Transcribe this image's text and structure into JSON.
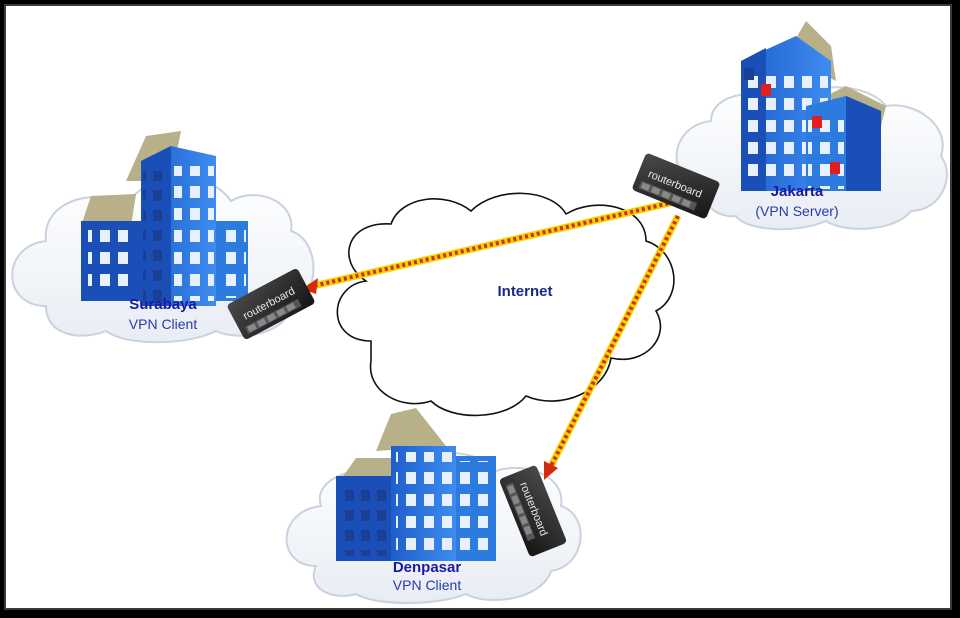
{
  "internet": {
    "label": "Internet"
  },
  "sites": {
    "jakarta": {
      "name": "Jakarta",
      "role": "(VPN Server)"
    },
    "surabaya": {
      "name": "Surabaya",
      "role": "VPN Client"
    },
    "denpasar": {
      "name": "Denpasar",
      "role": "VPN Client"
    }
  },
  "device": {
    "brand": "routerboard"
  },
  "colors": {
    "site_name": "#1a1aa0",
    "role_text": "#2a3aa8",
    "internet_text": "#1a2a8a",
    "building_front": "#2e7be0",
    "building_side": "#1a4fb8",
    "building_back": "#b8b089",
    "tunnel_yellow": "#f4d400",
    "tunnel_red": "#d42a10",
    "cloud_fill": "#f4f7fb",
    "cloud_stroke": "#c9d2de"
  }
}
